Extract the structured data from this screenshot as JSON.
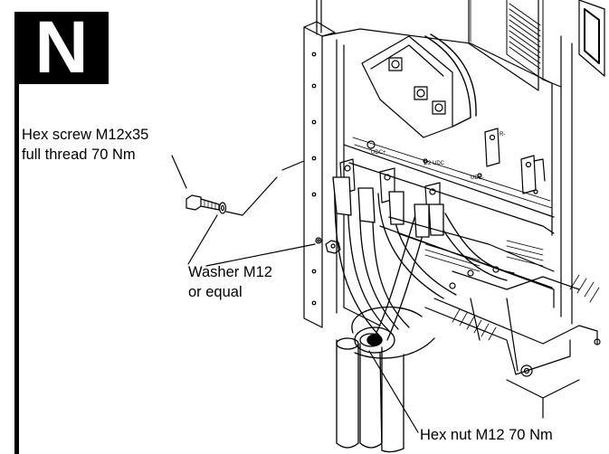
{
  "step": {
    "letter": "N"
  },
  "callouts": {
    "hex_screw": {
      "line1": "Hex screw M12x35",
      "line2": "full thread 70 Nm"
    },
    "washer": {
      "line1": "Washer M12",
      "line2": "or equal"
    },
    "hex_nut": {
      "label": "Hex nut M12 70 Nm"
    }
  },
  "colors": {
    "ink": "#000000",
    "paper": "#ffffff",
    "shade": "#e6e6e6"
  }
}
